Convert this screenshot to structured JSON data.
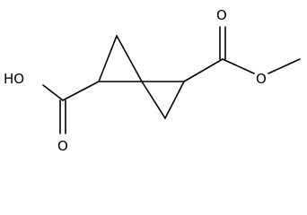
{
  "molecule": {
    "atom_labels": {
      "hydroxyl": "HO",
      "acid_carbonyl_oxygen": "O",
      "ester_carbonyl_oxygen": "O",
      "ester_ether_oxygen": "O"
    }
  }
}
